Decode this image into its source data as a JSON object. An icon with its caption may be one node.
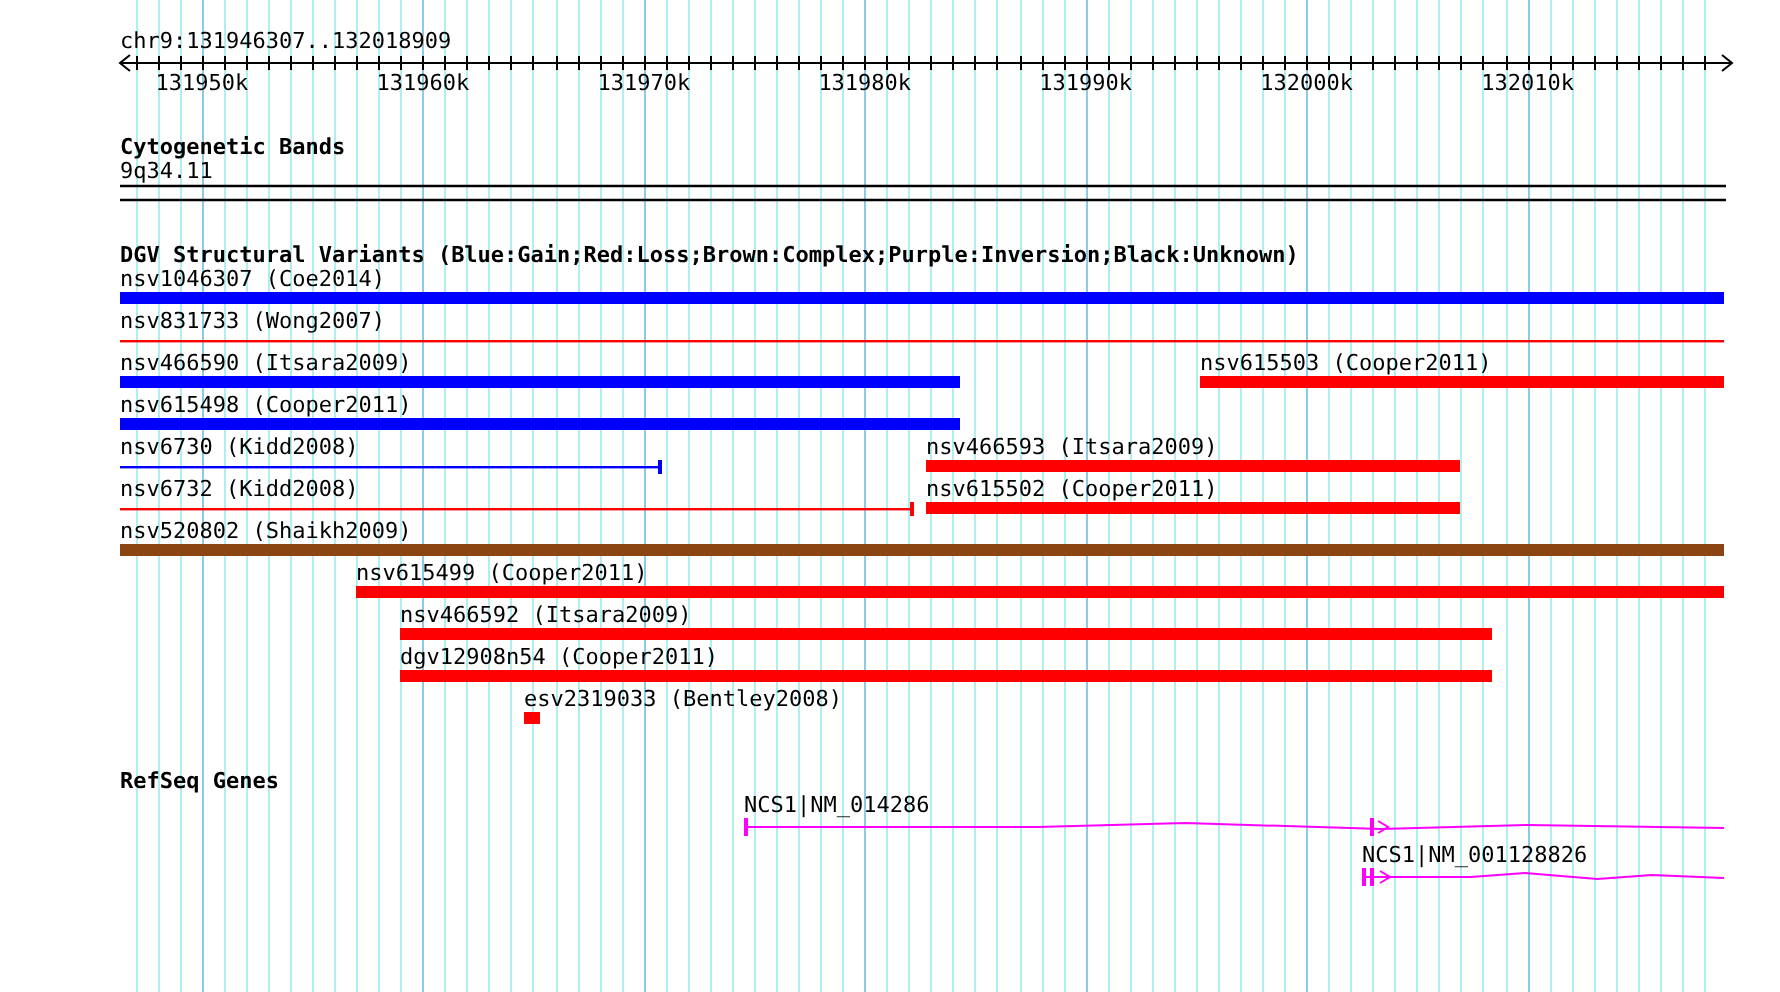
{
  "diagram": {
    "nodes": [
      {
        "text": [
          "nsv1046307 (Coe2014)"
        ]
      },
      {
        "text": [
          "nsv831733 (Wong2007)"
        ]
      },
      {
        "text": [
          "nsv466590 (Itsara2009)"
        ]
      },
      {
        "text": [
          "nsv615503 (Cooper2011)"
        ]
      },
      {
        "text": [
          "nsv615498 (Cooper2011)"
        ]
      },
      {
        "text": [
          "nsv6730 (Kidd2008)"
        ]
      },
      {
        "text": [
          "nsv466593 (Itsara2009)"
        ]
      },
      {
        "text": [
          "nsv6732 (Kidd2008)"
        ]
      },
      {
        "text": [
          "nsv615502 (Cooper2011)"
        ]
      },
      {
        "text": [
          "nsv520802 (Shaikh2009)"
        ]
      },
      {
        "text": [
          "nsv615499 (Cooper2011)"
        ]
      },
      {
        "text": [
          "nsv466592 (Itsara2009)"
        ]
      },
      {
        "text": [
          "dgv12908n54 (Cooper2011)"
        ]
      },
      {
        "text": [
          "esv2319033 (Bentley2008)"
        ]
      },
      {
        "text": [
          "NCS1|NM_014286"
        ]
      },
      {
        "text": [
          "NCS1|NM_001128826"
        ]
      }
    ],
    "labels": [
      "chr9:131946307..132018909",
      "131950k",
      "131960k",
      "131970k",
      "131980k",
      "131990k",
      "132000k",
      "132010k",
      "Cytogenetic Bands",
      "9q34.11",
      "DGV Structural Variants (Blue:Gain;Red:Loss;Brown:Complex;Purple:Inversion;Black:Unknown)",
      "RefSeq Genes"
    ]
  }
}
